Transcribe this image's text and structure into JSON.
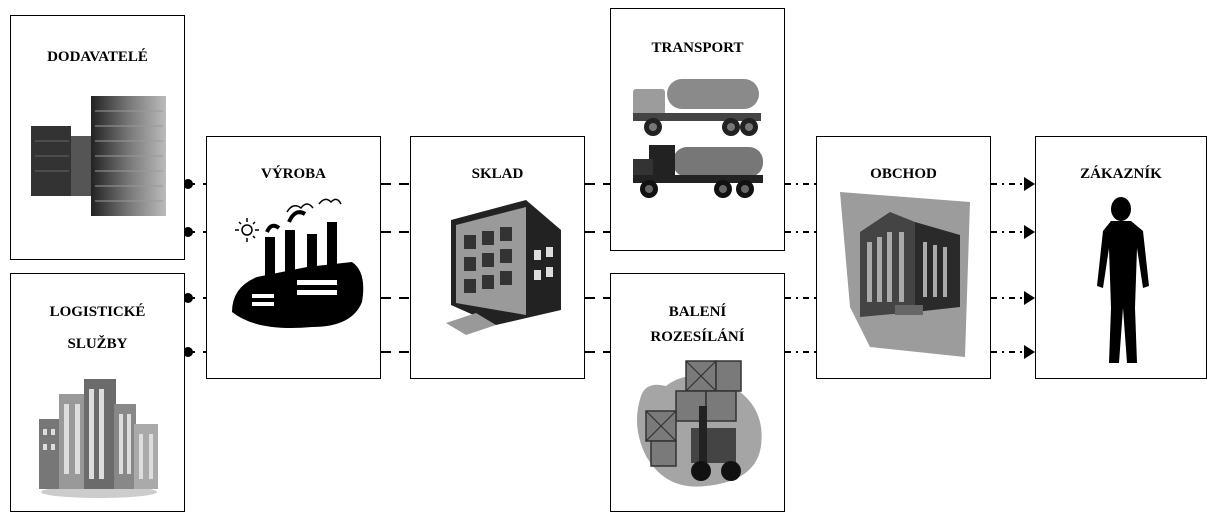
{
  "boxes": {
    "dodavatele": "DODAVATELÉ",
    "logisticke_1": "LOGISTICKÉ",
    "logisticke_2": "SLUŽBY",
    "vyroba": "VÝROBA",
    "sklad": "SKLAD",
    "transport": "TRANSPORT",
    "baleni_1": "BALENÍ",
    "baleni_2": "ROZESÍLÁNÍ",
    "obchod": "OBCHOD",
    "zakaznik": "ZÁKAZNÍK"
  },
  "icons": {
    "dodavatele": "office-buildings-icon",
    "logisticke": "city-buildings-icon",
    "vyroba": "factory-icon",
    "sklad": "warehouse-icon",
    "transport": "tanker-trucks-icon",
    "baleni": "forklift-boxes-icon",
    "obchod": "store-building-icon",
    "zakaznik": "person-silhouette-icon"
  },
  "colors": {
    "line": "#000000",
    "box_border": "#000000"
  }
}
